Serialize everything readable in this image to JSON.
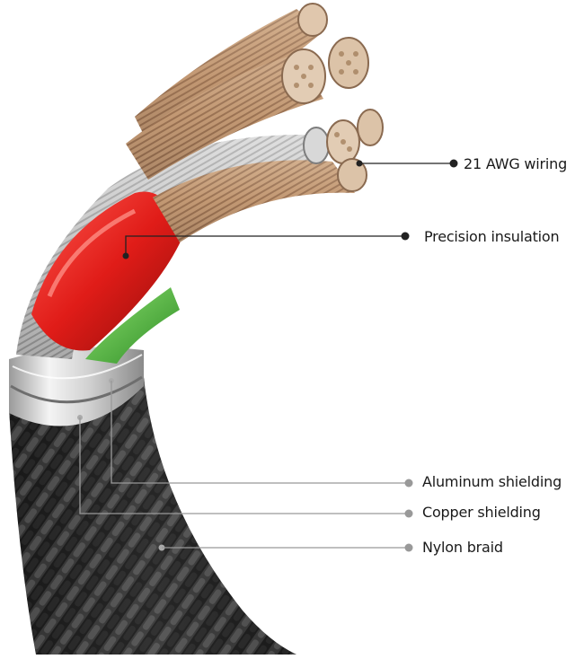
{
  "labels": {
    "wiring": "21 AWG wiring",
    "insulation": "Precision insulation",
    "aluminum": "Aluminum shielding",
    "copper": "Copper shielding",
    "nylon": "Nylon braid"
  },
  "colors": {
    "copper_strand": "#c9a27e",
    "silver_strand": "#c8c8c8",
    "red_insulation": "#e0201c",
    "green_insulation": "#4fbf3a",
    "braid": "#2a2a2a",
    "leader_dark": "#222222",
    "leader_light": "#999999"
  }
}
